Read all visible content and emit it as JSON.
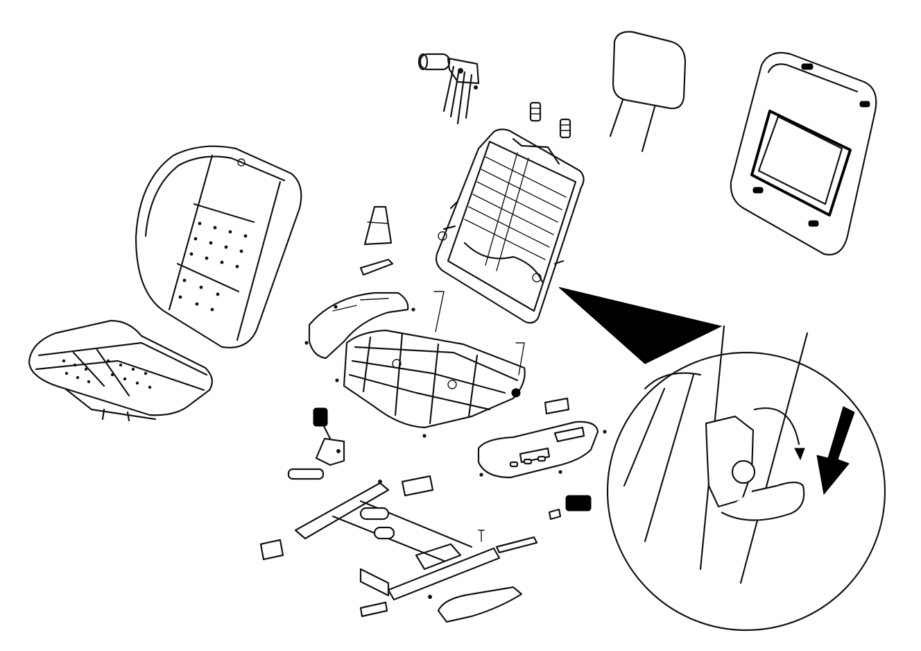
{
  "diagram": {
    "kind": "exploded-parts-view",
    "line_color": "#111111",
    "background": "#ffffff",
    "parts": [
      {
        "id": "headrest-guides",
        "icon": "headrest-guide-icon"
      },
      {
        "id": "headrest",
        "icon": "headrest-icon"
      },
      {
        "id": "seatback-panel",
        "icon": "seatback-panel-icon"
      },
      {
        "id": "seatback-cushion-cover",
        "icon": "seat-cover-icon"
      },
      {
        "id": "seat-cushion",
        "icon": "seat-cushion-icon"
      },
      {
        "id": "seatback-frame",
        "icon": "seat-frame-icon"
      },
      {
        "id": "recliner-handle-cap",
        "icon": "handle-cap-icon"
      },
      {
        "id": "inner-shield",
        "icon": "shield-icon"
      },
      {
        "id": "seat-cushion-frame",
        "icon": "seat-frame-icon"
      },
      {
        "id": "seat-belt-buckle",
        "icon": "buckle-icon"
      },
      {
        "id": "outer-shield-switch",
        "icon": "shield-icon"
      },
      {
        "id": "seat-track-assembly",
        "icon": "seat-track-icon"
      },
      {
        "id": "detail-inset-latch",
        "icon": "latch-detail-icon"
      }
    ]
  }
}
